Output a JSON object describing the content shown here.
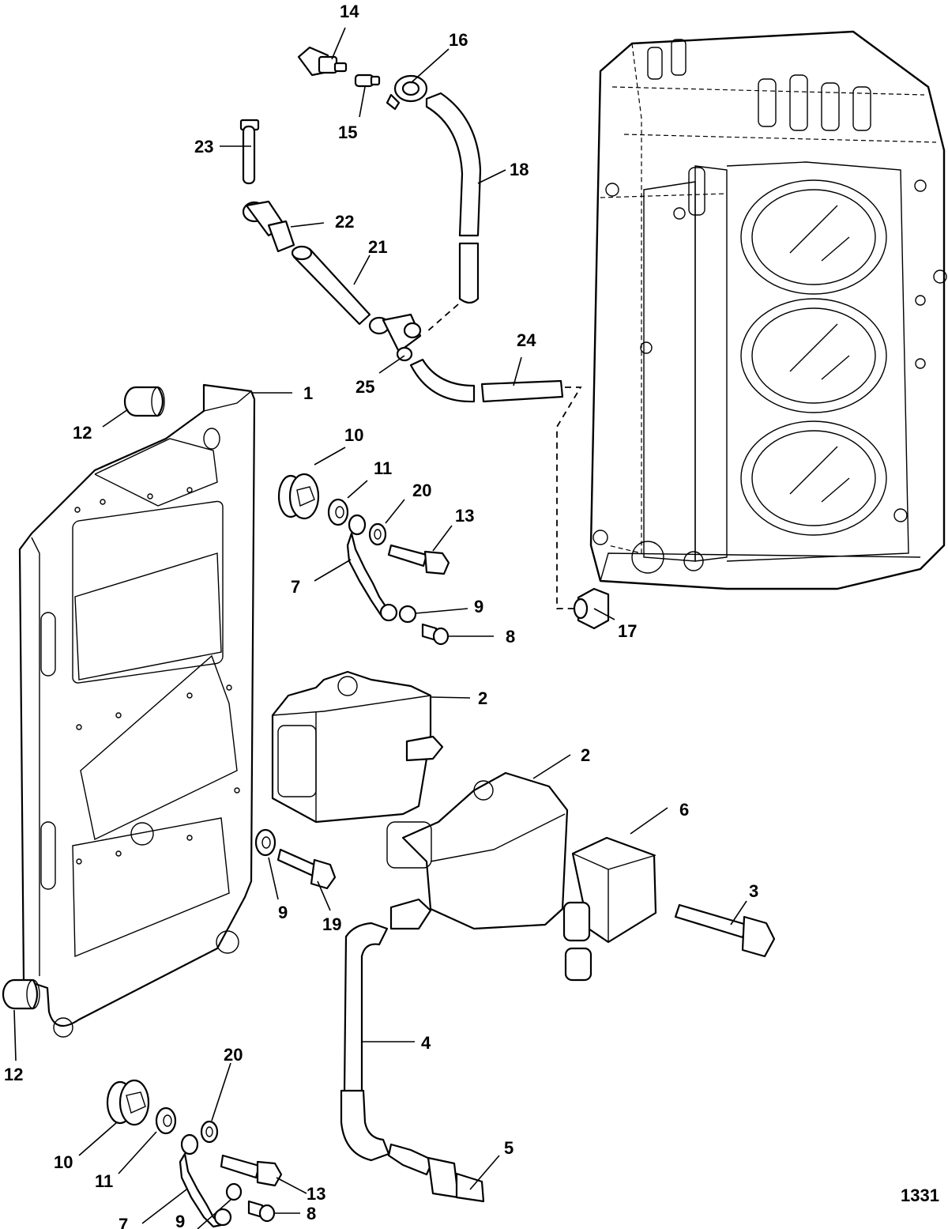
{
  "figure_number": "1331",
  "callouts": [
    {
      "id": "14",
      "text": "14"
    },
    {
      "id": "16",
      "text": "16"
    },
    {
      "id": "15",
      "text": "15"
    },
    {
      "id": "23",
      "text": "23"
    },
    {
      "id": "18",
      "text": "18"
    },
    {
      "id": "22",
      "text": "22"
    },
    {
      "id": "21",
      "text": "21"
    },
    {
      "id": "24",
      "text": "24"
    },
    {
      "id": "25",
      "text": "25"
    },
    {
      "id": "1",
      "text": "1"
    },
    {
      "id": "12a",
      "text": "12"
    },
    {
      "id": "10a",
      "text": "10"
    },
    {
      "id": "11a",
      "text": "11"
    },
    {
      "id": "20a",
      "text": "20"
    },
    {
      "id": "13a",
      "text": "13"
    },
    {
      "id": "7a",
      "text": "7"
    },
    {
      "id": "9a",
      "text": "9"
    },
    {
      "id": "8a",
      "text": "8"
    },
    {
      "id": "17",
      "text": "17"
    },
    {
      "id": "2a",
      "text": "2"
    },
    {
      "id": "2b",
      "text": "2"
    },
    {
      "id": "6",
      "text": "6"
    },
    {
      "id": "3",
      "text": "3"
    },
    {
      "id": "9b",
      "text": "9"
    },
    {
      "id": "19",
      "text": "19"
    },
    {
      "id": "4",
      "text": "4"
    },
    {
      "id": "12b",
      "text": "12"
    },
    {
      "id": "20b",
      "text": "20"
    },
    {
      "id": "10b",
      "text": "10"
    },
    {
      "id": "11b",
      "text": "11"
    },
    {
      "id": "13b",
      "text": "13"
    },
    {
      "id": "5",
      "text": "5"
    },
    {
      "id": "7b",
      "text": "7"
    },
    {
      "id": "9c",
      "text": "9"
    },
    {
      "id": "8b",
      "text": "8"
    }
  ]
}
